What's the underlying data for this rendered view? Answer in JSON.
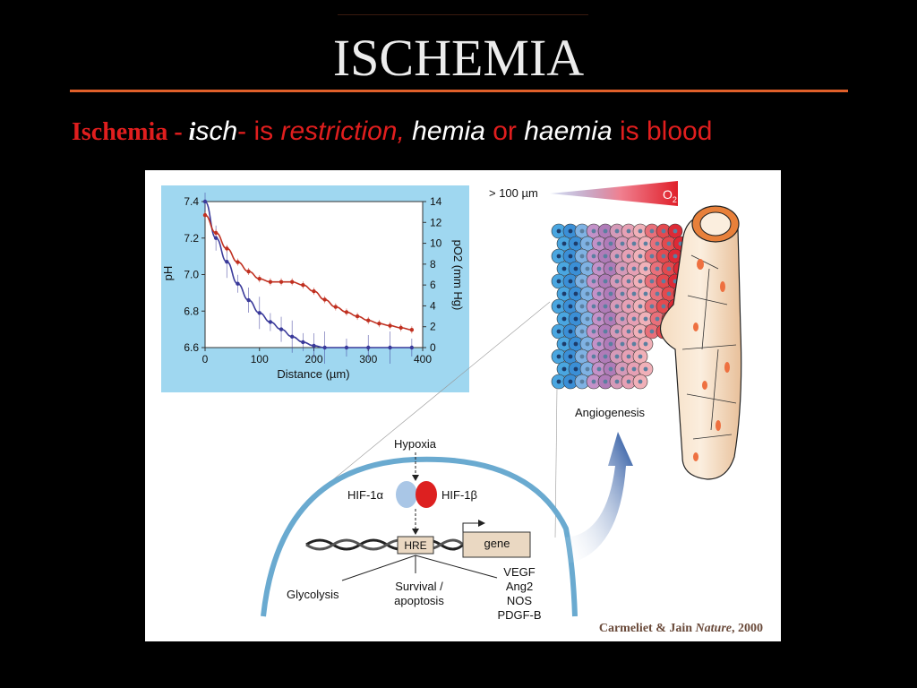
{
  "slide": {
    "title": "ISCHEMIA",
    "subtitle": {
      "lead": "Ischemia - ",
      "i": "i",
      "sch": "sch",
      "dash_is": "- is ",
      "restriction": "restriction,",
      "hemia": " hemia",
      "or": " or ",
      "haemia": "haemia",
      "is_blood": " is blood"
    },
    "credit": {
      "authors": "Carmeliet & Jain ",
      "journal": "Nature",
      "year": ", 2000"
    }
  },
  "colors": {
    "accent_rule": "#e0602a",
    "subtitle_red": "#e01e1e",
    "chart_bg": "#9fd7f0",
    "ph_series": "#3a3a9a",
    "po2_series": "#c03020",
    "nucleus_outline": "#6aaad0"
  },
  "diagram": {
    "gradient_label": "> 100 µm",
    "o2_label": "O",
    "o2_sub": "2",
    "angiogenesis": "Angiogenesis",
    "hypoxia": "Hypoxia",
    "hif1a": "HIF-1α",
    "hif1b": "HIF-1β",
    "hre": "HRE",
    "gene": "gene",
    "glycolysis": "Glycolysis",
    "survival_1": "Survival /",
    "survival_2": "apoptosis",
    "targets": [
      "VEGF",
      "Ang2",
      "NOS",
      "PDGF-B"
    ],
    "icons": [
      "blood-vessel-icon",
      "tumor-cells-icon",
      "dna-helix-icon",
      "curved-arrow-icon",
      "nucleus-outline-icon"
    ]
  },
  "chart_data": {
    "type": "line",
    "xlabel": "Distance (µm)",
    "ylabel": "pH",
    "y2label": "pO2 (mm Hg)",
    "xlim": [
      0,
      400
    ],
    "ylim": [
      6.6,
      7.4
    ],
    "y2lim": [
      0,
      14
    ],
    "x_ticks": [
      0,
      100,
      200,
      300,
      400
    ],
    "y_ticks": [
      6.6,
      6.8,
      7.0,
      7.2,
      7.4
    ],
    "y2_ticks": [
      0,
      2,
      4,
      6,
      8,
      10,
      12,
      14
    ],
    "series": [
      {
        "axis": "y",
        "color": "#3a3a9a",
        "x": [
          0,
          20,
          40,
          60,
          80,
          100,
          120,
          140,
          160,
          180,
          200,
          220,
          260,
          300,
          340,
          380
        ],
        "y": [
          7.4,
          7.2,
          7.07,
          6.95,
          6.86,
          6.79,
          6.74,
          6.7,
          6.66,
          6.63,
          6.61,
          6.6,
          6.6,
          6.6,
          6.6,
          6.6
        ]
      },
      {
        "axis": "y2",
        "color": "#c03020",
        "x": [
          0,
          20,
          40,
          60,
          80,
          100,
          120,
          140,
          160,
          180,
          200,
          220,
          240,
          260,
          280,
          300,
          320,
          340,
          360,
          380
        ],
        "y": [
          12.7,
          11.0,
          9.5,
          8.2,
          7.3,
          6.6,
          6.3,
          6.3,
          6.3,
          6.0,
          5.4,
          4.6,
          3.9,
          3.4,
          3.0,
          2.6,
          2.3,
          2.1,
          1.9,
          1.7
        ]
      }
    ]
  }
}
